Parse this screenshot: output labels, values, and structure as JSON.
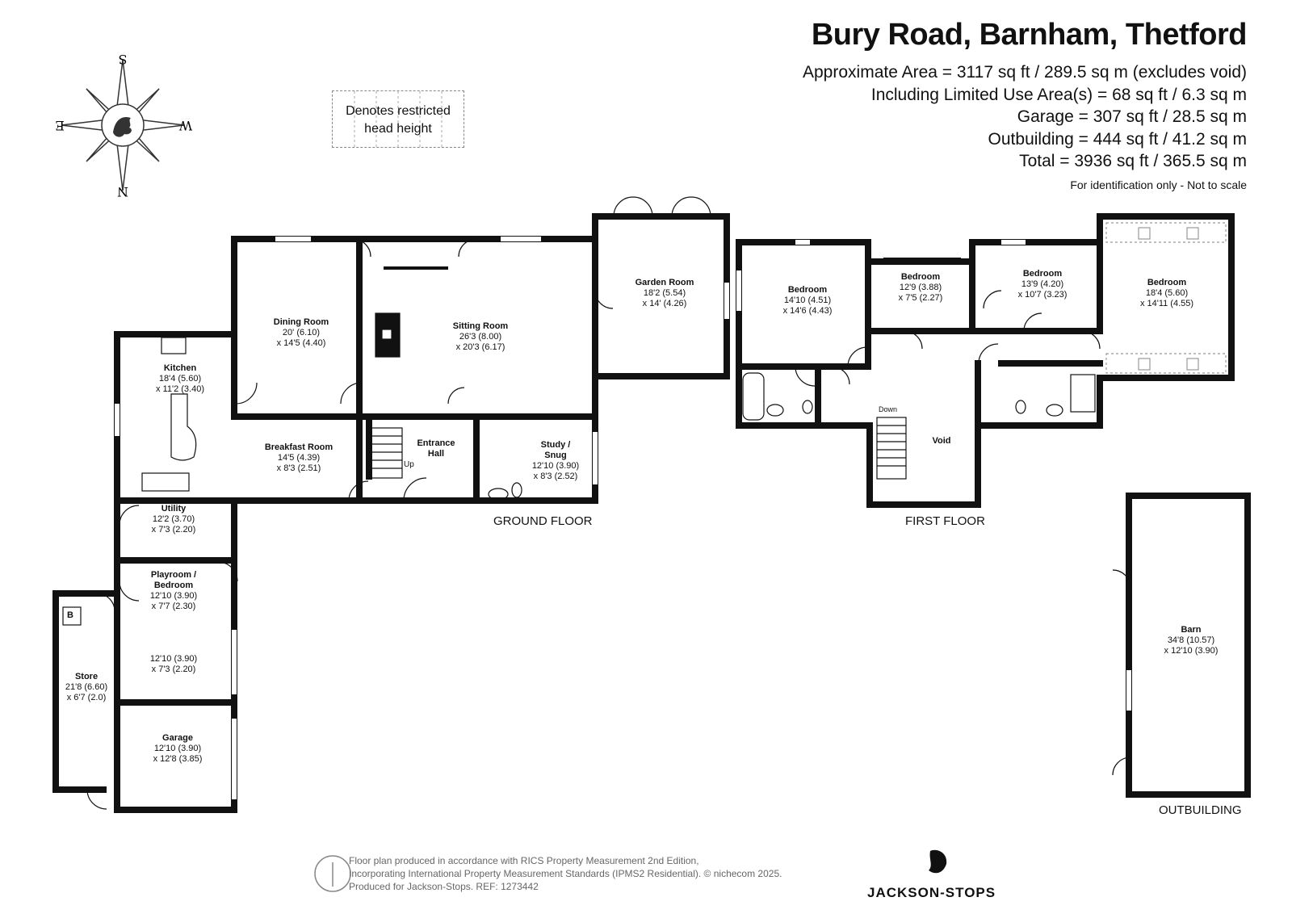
{
  "header": {
    "title": "Bury Road, Barnham, Thetford",
    "areas": [
      "Approximate Area = 3117 sq ft / 289.5 sq m (excludes void)",
      "Including Limited Use Area(s) = 68 sq ft / 6.3 sq m",
      "Garage = 307 sq ft / 28.5 sq m",
      "Outbuilding = 444 sq ft / 41.2 sq m",
      "Total = 3936 sq ft / 365.5 sq m"
    ],
    "disclaimer": "For identification only - Not to scale"
  },
  "compass": {
    "n": "N",
    "s": "S",
    "e": "E",
    "w": "W"
  },
  "legend": {
    "restricted": [
      "Denotes restricted",
      "head height"
    ]
  },
  "floors": {
    "ground": "GROUND FLOOR",
    "first": "FIRST FLOOR",
    "outbuilding": "OUTBUILDING"
  },
  "rooms": {
    "dining": {
      "name": "Dining Room",
      "d1": "20' (6.10)",
      "d2": "x 14'5 (4.40)"
    },
    "sitting": {
      "name": "Sitting Room",
      "d1": "26'3 (8.00)",
      "d2": "x 20'3 (6.17)"
    },
    "garden": {
      "name": "Garden Room",
      "d1": "18'2 (5.54)",
      "d2": "x 14' (4.26)"
    },
    "kitchen": {
      "name": "Kitchen",
      "d1": "18'4 (5.60)",
      "d2": "x 11'2 (3.40)"
    },
    "breakfast": {
      "name": "Breakfast Room",
      "d1": "14'5 (4.39)",
      "d2": "x 8'3 (2.51)"
    },
    "entrance": {
      "name1": "Entrance",
      "name2": "Hall"
    },
    "study": {
      "name1": "Study /",
      "name2": "Snug",
      "d1": "12'10 (3.90)",
      "d2": "x 8'3 (2.52)"
    },
    "utility": {
      "name": "Utility",
      "d1": "12'2 (3.70)",
      "d2": "x 7'3 (2.20)"
    },
    "playroom": {
      "name1": "Playroom /",
      "name2": "Bedroom",
      "d1": "12'10 (3.90)",
      "d2": "x 7'7 (2.30)"
    },
    "playroom2": {
      "d1": "12'10 (3.90)",
      "d2": "x 7'3 (2.20)"
    },
    "store": {
      "name": "Store",
      "d1": "21'8 (6.60)",
      "d2": "x 6'7 (2.0)"
    },
    "garage": {
      "name": "Garage",
      "d1": "12'10 (3.90)",
      "d2": "x 12'8 (3.85)"
    },
    "bed1": {
      "name": "Bedroom",
      "d1": "14'10 (4.51)",
      "d2": "x 14'6 (4.43)"
    },
    "bed2": {
      "name": "Bedroom",
      "d1": "12'9 (3.88)",
      "d2": "x 7'5 (2.27)"
    },
    "bed3": {
      "name": "Bedroom",
      "d1": "13'9 (4.20)",
      "d2": "x 10'7 (3.23)"
    },
    "bed4": {
      "name": "Bedroom",
      "d1": "18'4 (5.60)",
      "d2": "x 14'11 (4.55)"
    },
    "void": {
      "name": "Void"
    },
    "barn": {
      "name": "Barn",
      "d1": "34'8 (10.57)",
      "d2": "x 12'10 (3.90)"
    }
  },
  "stairs": {
    "up": "Up",
    "down": "Down"
  },
  "boiler": "B",
  "footer": {
    "lines": [
      "Floor plan produced in accordance with RICS Property Measurement 2nd Edition,",
      "Incorporating International Property Measurement Standards (IPMS2 Residential).  © nichecom 2025.",
      "Produced for Jackson-Stops.   REF:  1273442"
    ],
    "brand": "JACKSON-STOPS"
  }
}
